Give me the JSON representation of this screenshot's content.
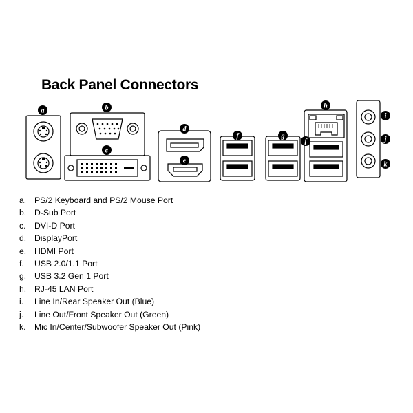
{
  "title": "Back Panel Connectors",
  "badges": [
    "a",
    "b",
    "c",
    "d",
    "e",
    "f",
    "g",
    "h",
    "f",
    "i",
    "j",
    "k"
  ],
  "legend": [
    {
      "key": "a.",
      "text": "PS/2 Keyboard and PS/2 Mouse Port"
    },
    {
      "key": "b.",
      "text": "D-Sub Port"
    },
    {
      "key": "c.",
      "text": "DVI-D Port"
    },
    {
      "key": "d.",
      "text": "DisplayPort"
    },
    {
      "key": "e.",
      "text": "HDMI Port"
    },
    {
      "key": "f.",
      "text": "USB 2.0/1.1 Port"
    },
    {
      "key": "g.",
      "text": "USB 3.2 Gen 1 Port"
    },
    {
      "key": "h.",
      "text": "RJ-45 LAN Port"
    },
    {
      "key": "i.",
      "text": "Line In/Rear Speaker Out (Blue)"
    },
    {
      "key": "j.",
      "text": "Line Out/Front Speaker Out (Green)"
    },
    {
      "key": "k.",
      "text": "Mic In/Center/Subwoofer Speaker Out (Pink)"
    }
  ]
}
